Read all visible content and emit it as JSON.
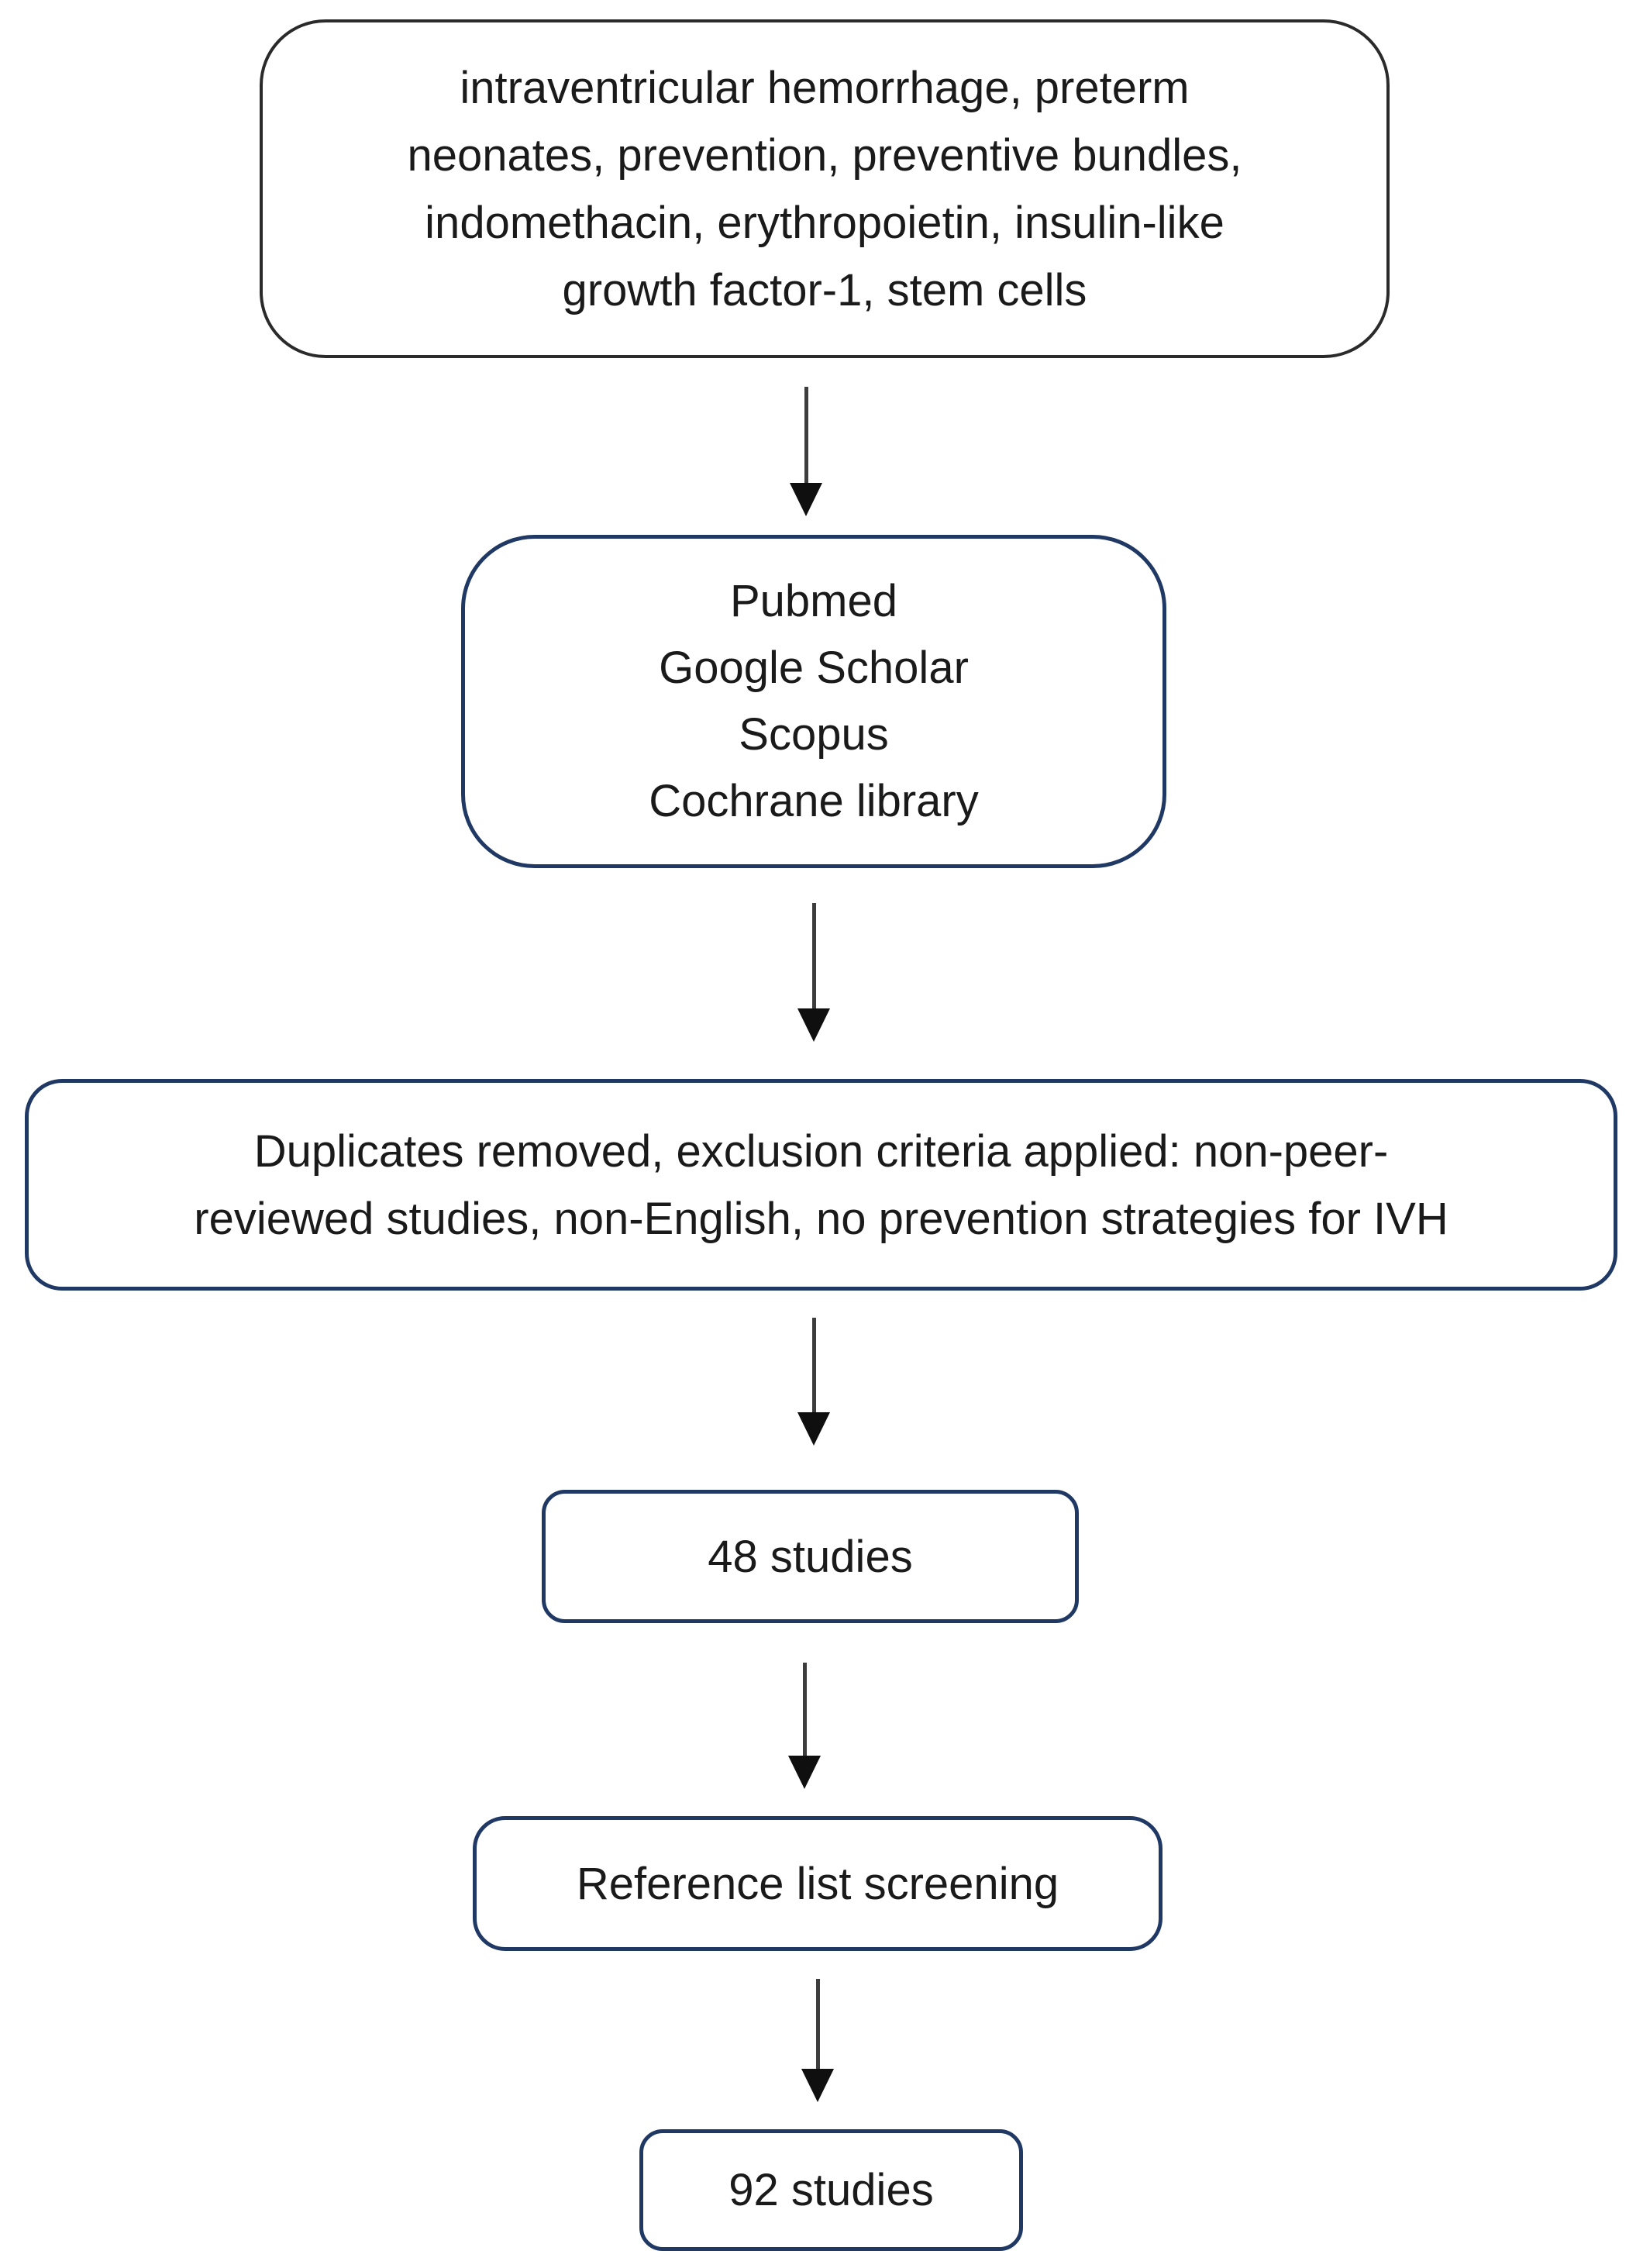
{
  "diagram": {
    "type": "flowchart",
    "direction": "top-down",
    "colors": {
      "page_bg": "#ffffff",
      "keywords_box_border": "#2a2a2a",
      "navy_box_border": "#1f3864",
      "arrow_line": "#3d3d3d",
      "arrow_head": "#0f0f0f",
      "text": "#1a1a1a"
    },
    "nodes": [
      {
        "id": "keywords",
        "lines": [
          "intraventricular hemorrhage, preterm",
          "neonates, prevention, preventive bundles,",
          "indomethacin, erythropoietin, insulin-like",
          "growth factor-1, stem cells"
        ]
      },
      {
        "id": "databases",
        "lines": [
          "Pubmed",
          "Google Scholar",
          "Scopus",
          "Cochrane library"
        ]
      },
      {
        "id": "exclusion",
        "lines": [
          "Duplicates removed, exclusion criteria applied: non-peer-",
          "reviewed studies, non-English, no prevention strategies for IVH"
        ]
      },
      {
        "id": "studies48",
        "lines": [
          "48 studies"
        ]
      },
      {
        "id": "reference_screening",
        "lines": [
          "Reference list screening"
        ]
      },
      {
        "id": "studies92",
        "lines": [
          "92 studies"
        ]
      }
    ],
    "edges": [
      {
        "from": "keywords",
        "to": "databases"
      },
      {
        "from": "databases",
        "to": "exclusion"
      },
      {
        "from": "exclusion",
        "to": "studies48"
      },
      {
        "from": "studies48",
        "to": "reference_screening"
      },
      {
        "from": "reference_screening",
        "to": "studies92"
      }
    ]
  }
}
